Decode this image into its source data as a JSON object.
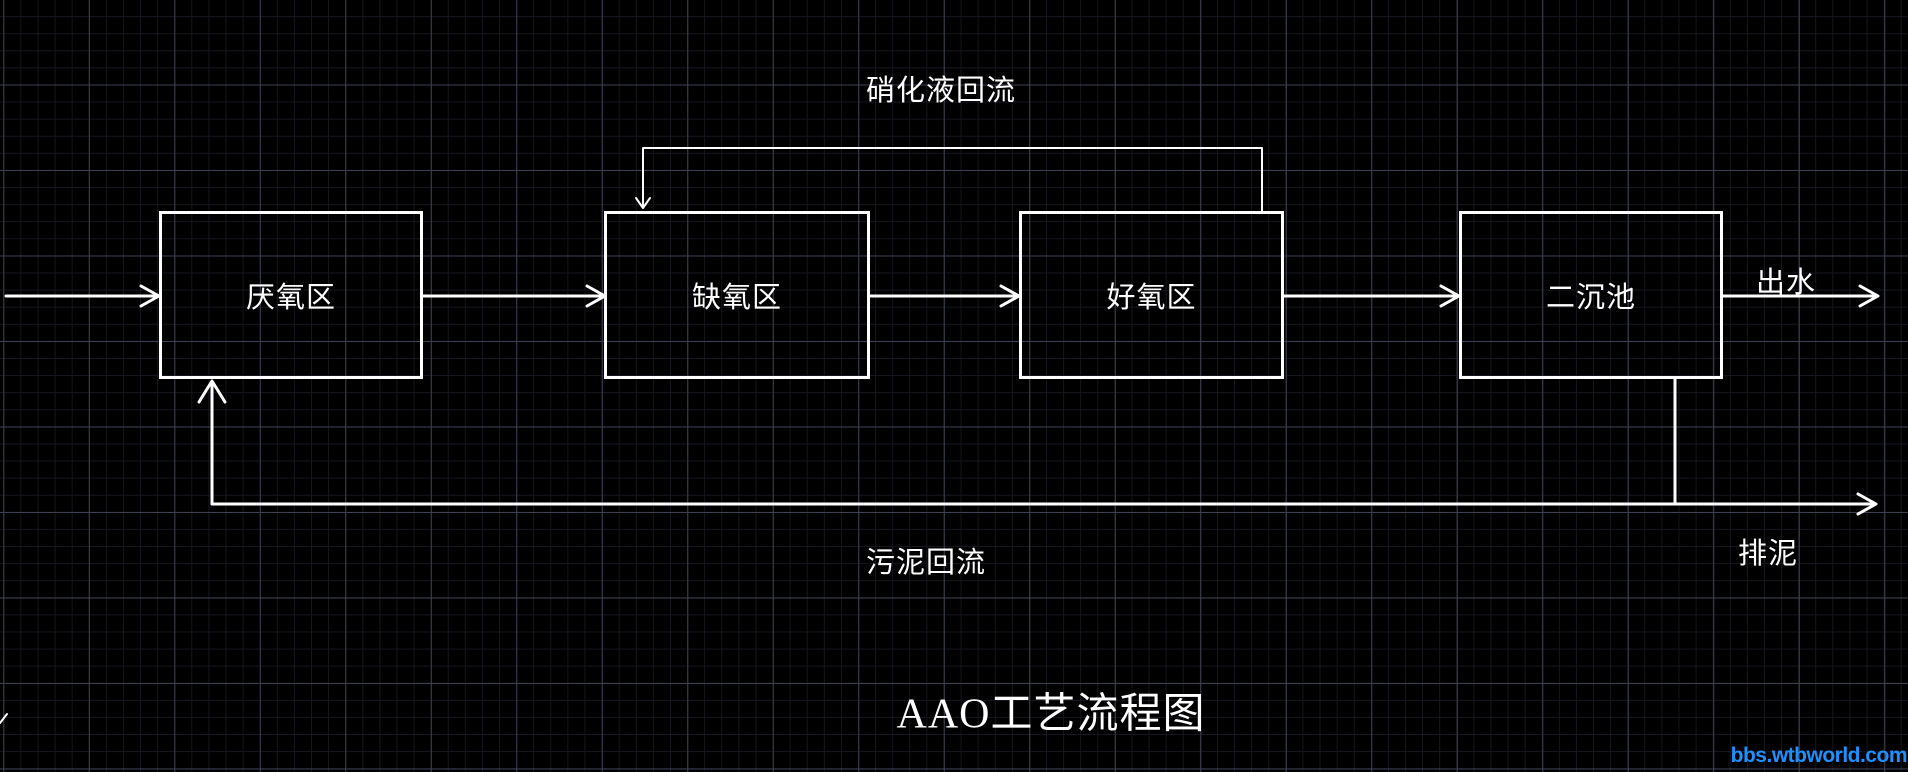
{
  "palette": {
    "background": "#000000",
    "line": "#ffffff",
    "text": "#ffffff",
    "grid_minor": "#16171f",
    "grid_major": "#3d4050",
    "watermark": "#1e90ff"
  },
  "diagram": {
    "title": "AAO工艺流程图",
    "boxes": [
      {
        "label": "厌氧区"
      },
      {
        "label": "缺氧区"
      },
      {
        "label": "好氧区"
      },
      {
        "label": "二沉池"
      }
    ],
    "flow_labels": {
      "nitrified_liquor_return": "硝化液回流",
      "sludge_return": "污泥回流",
      "effluent": "出水",
      "sludge_discharge": "排泥"
    }
  },
  "watermark": {
    "text": "bbs.wtbworld.com"
  }
}
